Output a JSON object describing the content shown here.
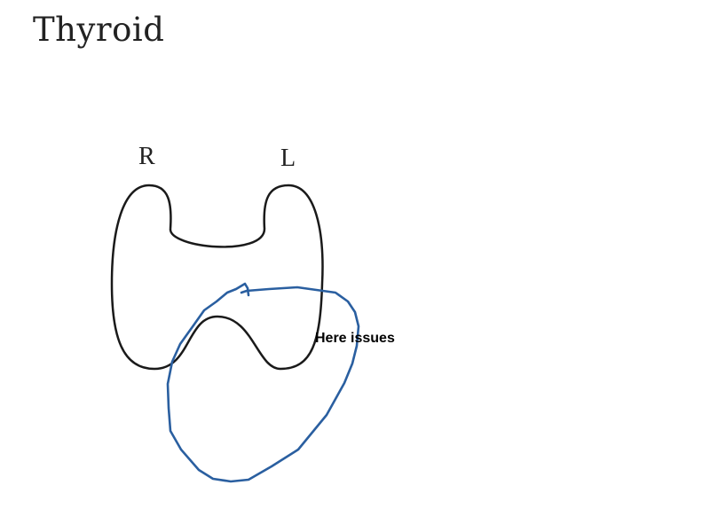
{
  "title": "Thyroid",
  "lobes": {
    "right_label": "R",
    "left_label": "L"
  },
  "annotation": {
    "text": "Here issues",
    "circle_color": "#2a5fa0"
  },
  "colors": {
    "outline": "#1a1a1a",
    "text": "#222222"
  },
  "icons": {
    "thyroid_outline": "thyroid-outline-icon",
    "freehand_circle": "freehand-circle-icon"
  }
}
